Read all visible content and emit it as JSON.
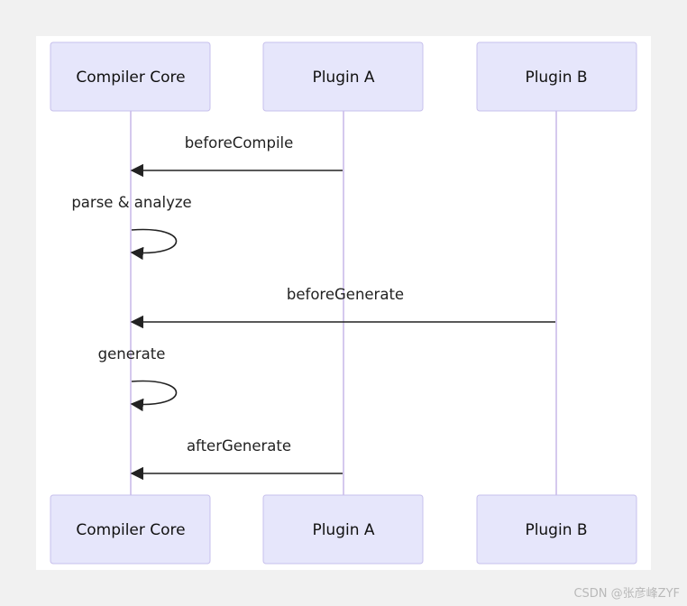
{
  "participants": [
    {
      "id": "core",
      "label": "Compiler Core"
    },
    {
      "id": "pluginA",
      "label": "Plugin A"
    },
    {
      "id": "pluginB",
      "label": "Plugin B"
    }
  ],
  "messages": [
    {
      "from": "pluginA",
      "to": "core",
      "label": "beforeCompile"
    },
    {
      "from": "core",
      "to": "core",
      "label": "parse & analyze"
    },
    {
      "from": "pluginB",
      "to": "core",
      "label": "beforeGenerate"
    },
    {
      "from": "core",
      "to": "core",
      "label": "generate"
    },
    {
      "from": "pluginA",
      "to": "core",
      "label": "afterGenerate"
    }
  ],
  "watermark": "CSDN @张彦峰ZYF",
  "colors": {
    "actor_fill": "#e6e6fb",
    "actor_stroke": "#c7c0ec",
    "lifeline": "#d5c9ee",
    "arrow": "#222222"
  }
}
